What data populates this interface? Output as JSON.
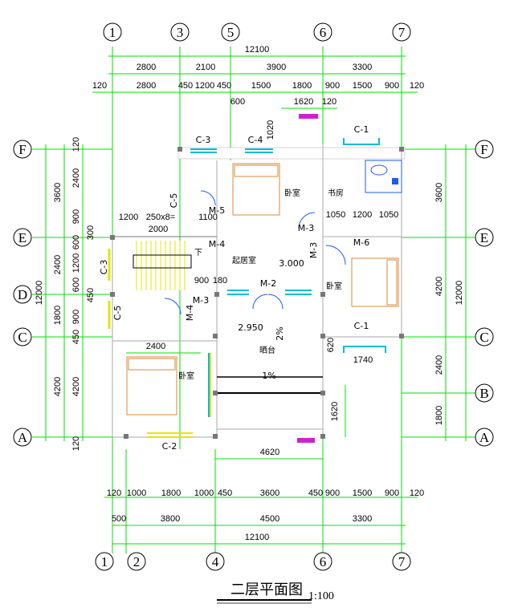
{
  "title": "二层平面图",
  "scale": "1:100",
  "axes_top": [
    "1",
    "3",
    "5",
    "6",
    "7"
  ],
  "axes_bottom": [
    "1",
    "2",
    "4",
    "6",
    "7"
  ],
  "axes_left": [
    "F",
    "E",
    "D",
    "C",
    "A"
  ],
  "axes_right": [
    "F",
    "E",
    "C",
    "B",
    "A"
  ],
  "dims_top": {
    "total": "12100",
    "row1": [
      "2800",
      "2100",
      "3900",
      "3300"
    ],
    "row2": [
      "120",
      "2800",
      "450",
      "1200",
      "450",
      "1500",
      "1800",
      "900",
      "1500",
      "900",
      "120"
    ],
    "extra": [
      "600",
      "1620",
      "120",
      "1020"
    ]
  },
  "dims_bottom": {
    "row1": [
      "120",
      "1000",
      "1800",
      "1000",
      "450",
      "3600",
      "450",
      "900",
      "1500",
      "900",
      "120"
    ],
    "row2": [
      "500",
      "3800",
      "4500",
      "3300"
    ],
    "total": "12100",
    "extra": [
      "4620",
      "2400"
    ]
  },
  "dims_left": {
    "total": "12000",
    "outer": [
      "3600",
      "2400",
      "1800",
      "4200"
    ],
    "inner": [
      "120",
      "2400",
      "900",
      "300",
      "600",
      "1200",
      "600",
      "450",
      "900",
      "450",
      "4200",
      "120"
    ]
  },
  "dims_right": {
    "total": "12000",
    "outer": [
      "3600",
      "4200",
      "2400",
      "1800"
    ],
    "inner": [
      "1620",
      "620",
      "1740"
    ]
  },
  "interior_dims": [
    "1200",
    "250x8=",
    "2000",
    "1100",
    "900",
    "180",
    "1050",
    "1200",
    "1050"
  ],
  "rooms": {
    "bedroom_1": "卧室",
    "study": "书房",
    "living": "起居室",
    "bedroom_2": "卧室",
    "terrace": "晒台",
    "bedroom_3": "卧室",
    "down": "下"
  },
  "levels": [
    "3.000",
    "2.950"
  ],
  "slopes": [
    "2%",
    "1%"
  ],
  "doors": [
    "M-5",
    "M-4",
    "M-3",
    "M-6",
    "M-2",
    "M-3",
    "M-4",
    "M-3"
  ],
  "windows": [
    "C-3",
    "C-4",
    "C-1",
    "C-5",
    "C-3",
    "C-5",
    "C-1",
    "C-2"
  ],
  "misc": [
    "120",
    "1620",
    "620"
  ]
}
